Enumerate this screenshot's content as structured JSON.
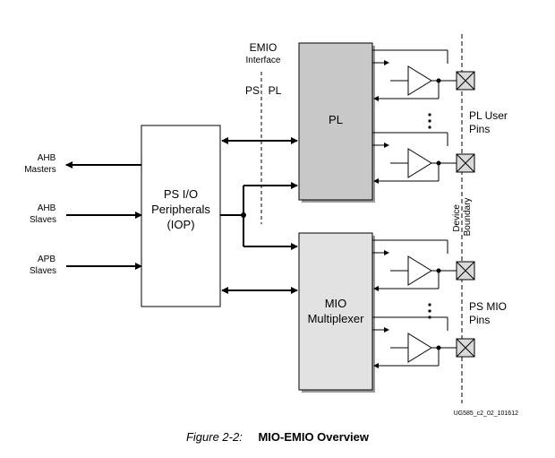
{
  "emio_label": "EMIO",
  "emio_sub": "Interface",
  "ps_label": "PS",
  "pl_side_label": "PL",
  "pl_block": "PL",
  "iop_block": [
    "PS I/O",
    "Peripherals",
    "(IOP)"
  ],
  "mio_block": [
    "MIO",
    "Multiplexer"
  ],
  "ahb_masters": [
    "AHB",
    "Masters"
  ],
  "ahb_slaves": [
    "AHB",
    "Slaves"
  ],
  "apb_slaves": [
    "APB",
    "Slaves"
  ],
  "pl_user_pins": [
    "PL User",
    "Pins"
  ],
  "ps_mio_pins": [
    "PS MIO",
    "Pins"
  ],
  "device_boundary": [
    "Device",
    "Boundary"
  ],
  "doc_id": "UG585_c2_02_101612",
  "caption": {
    "figure": "Figure 2-2:",
    "title": "MIO-EMIO Overview"
  },
  "colors": {
    "pl_fill": "#c8c8c8",
    "mio_fill": "#e2e2e2",
    "pin_fill": "#d9d9d9"
  }
}
